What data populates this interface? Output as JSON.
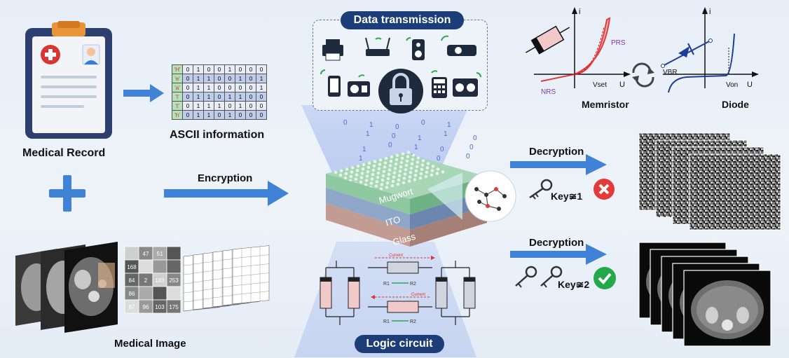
{
  "labels": {
    "medical_record": "Medical Record",
    "ascii_information": "ASCII information",
    "medical_image": "Medical Image",
    "encryption": "Encryption",
    "decryption_top": "Decryption",
    "decryption_bottom": "Decryption",
    "key1": "Key≆1",
    "key2": "Key≆2",
    "memristor": "Memristor",
    "diode": "Diode",
    "data_transmission": "Data transmission",
    "logic_circuit": "Logic circuit"
  },
  "device_layers": [
    "Mugwort",
    "ITO",
    "Glass"
  ],
  "ascii_table": {
    "chars": [
      "'H'",
      "'e'",
      "'a'",
      "'l'",
      "'t'",
      "'h'"
    ],
    "rows": [
      [
        "0",
        "1",
        "0",
        "0",
        "1",
        "0",
        "0",
        "0"
      ],
      [
        "0",
        "1",
        "1",
        "0",
        "0",
        "1",
        "0",
        "1"
      ],
      [
        "0",
        "1",
        "1",
        "0",
        "0",
        "0",
        "0",
        "1"
      ],
      [
        "0",
        "1",
        "1",
        "0",
        "1",
        "1",
        "0",
        "0"
      ],
      [
        "0",
        "1",
        "1",
        "1",
        "0",
        "1",
        "0",
        "0"
      ],
      [
        "0",
        "1",
        "1",
        "0",
        "1",
        "0",
        "0",
        "0"
      ]
    ]
  },
  "pixel_grid": {
    "values": [
      [
        "",
        "47",
        "51"
      ],
      [
        "168",
        "",
        ""
      ],
      [
        "84",
        "2",
        "183",
        "253"
      ],
      [
        "86",
        "",
        "",
        ""
      ],
      [
        "87",
        "96",
        "103",
        "175"
      ]
    ]
  },
  "memristor_plot": {
    "prs": "PRS",
    "nrs": "NRS",
    "x_tick": "Vset",
    "x_axis": "U",
    "y_axis": "i"
  },
  "diode_plot": {
    "vbr": "VBR",
    "von": "Von",
    "x_axis": "U",
    "y_axis": "i"
  },
  "logic": {
    "current_top": "Current",
    "current_bottom": "Current",
    "r1": "R1",
    "r2": "R2"
  },
  "binary_stream": "0 1 0 0 1 0 1 0 1 1 0 1 0 1 0 0 1 0 1 0",
  "colors": {
    "arrow": "#3f82d6",
    "pill": "#1d3d78",
    "plus": "#3f82d6",
    "cross": "#e43a3a",
    "check": "#23a84a"
  }
}
